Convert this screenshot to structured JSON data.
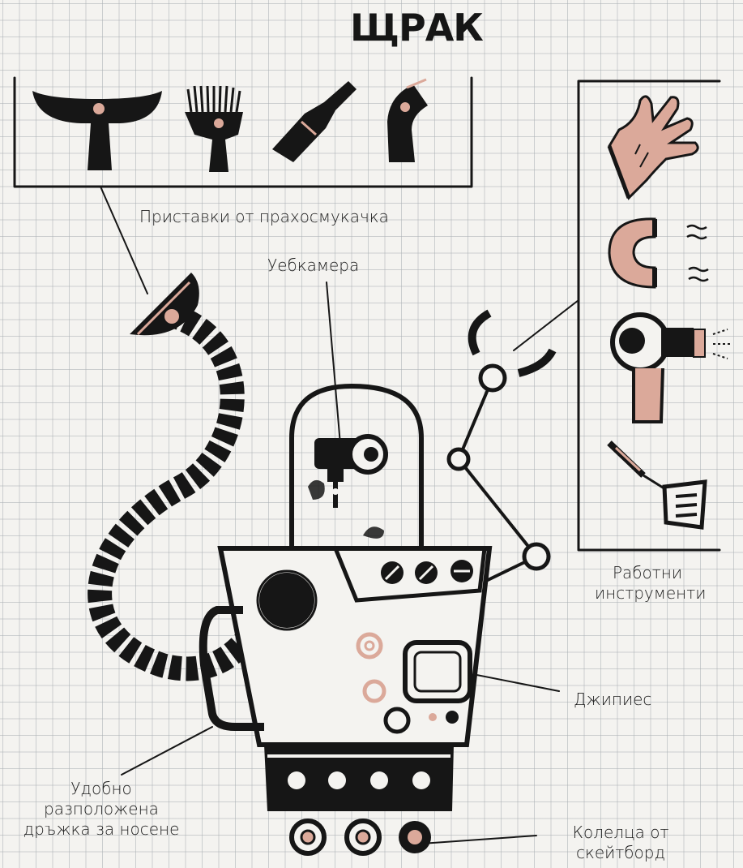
{
  "title": "ЩРАК",
  "labels": {
    "vacuum_attachments": "Приставки от прахосмукачка",
    "webcam": "Уебкамера",
    "work_tools_line1": "Работни",
    "work_tools_line2": "инструменти",
    "gps": "Джипиес",
    "handle_line1": "Удобно",
    "handle_line2": "разположена",
    "handle_line3": "дръжка за носене",
    "wheels_line1": "Колелца от",
    "wheels_line2": "скейтборд"
  },
  "colors": {
    "ink": "#161616",
    "accent": "#dba99a",
    "paper": "#f4f3f0"
  },
  "icons": [
    "vacuum-nozzle-icon",
    "brush-nozzle-icon",
    "crevice-tool-icon",
    "elbow-tube-icon",
    "glove-icon",
    "magnet-icon",
    "hair-dryer-icon",
    "spatula-brush-icon"
  ]
}
